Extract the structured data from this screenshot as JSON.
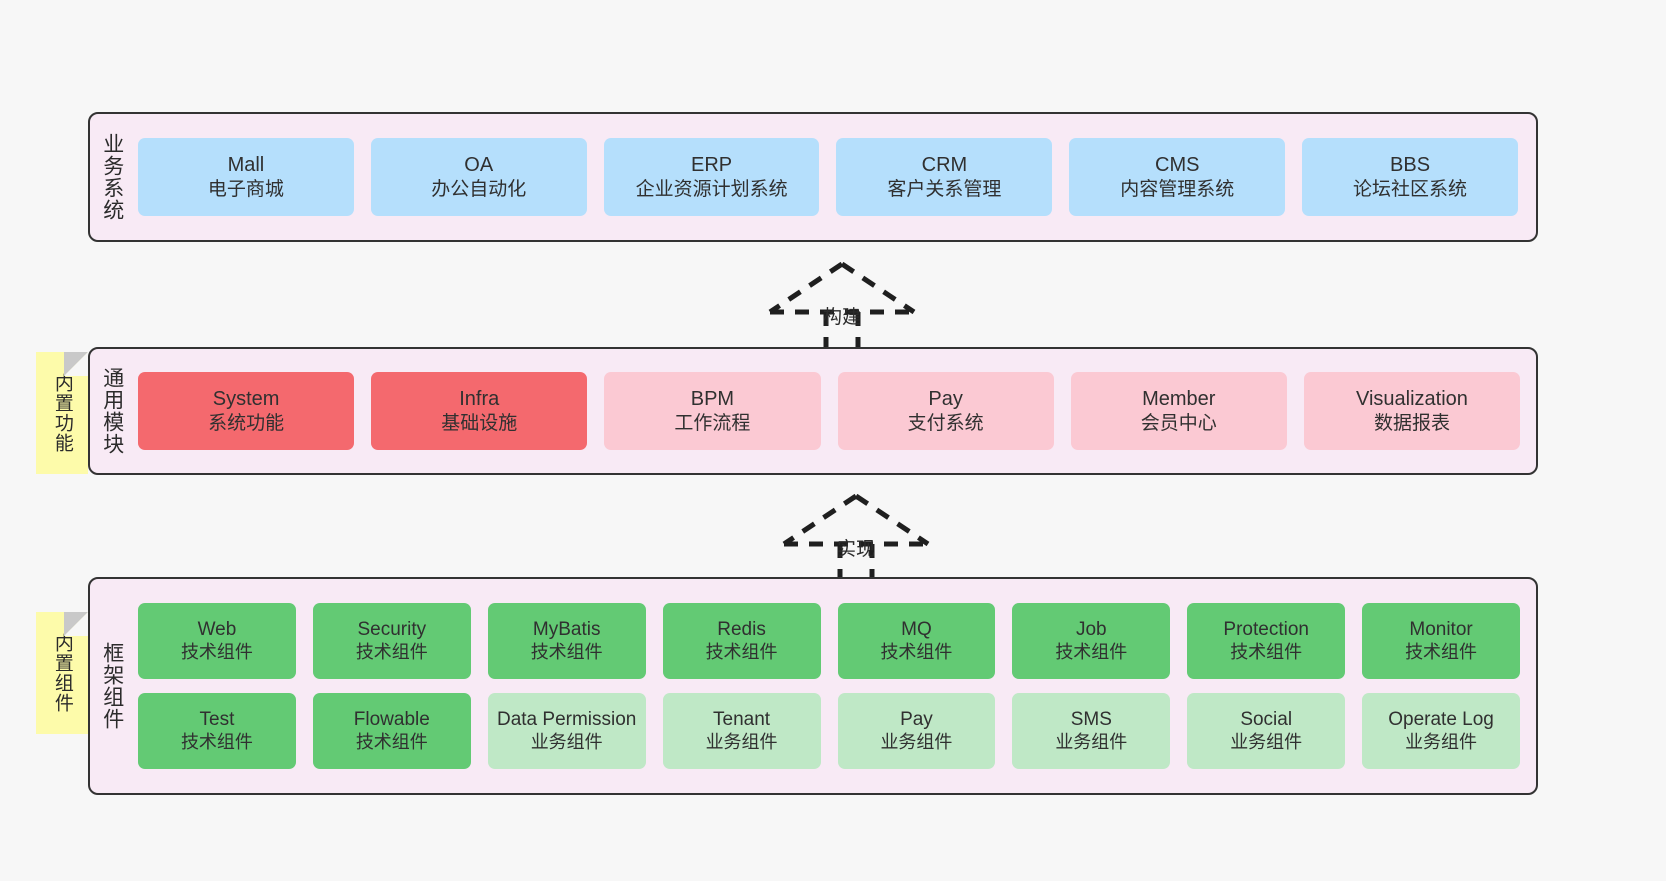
{
  "diagram": {
    "background_color": "#f7f7f7",
    "layer_fill": "#f8eaf5",
    "layer_border": "#333333",
    "colors": {
      "blue": "#b5dffc",
      "red_strong": "#f4696e",
      "red_light": "#fbc9d3",
      "green_strong": "#63ca74",
      "green_light": "#bfe8c6",
      "note_yellow": "#fdfbaa"
    }
  },
  "layers": {
    "business": {
      "title": "业务系统",
      "cards": [
        {
          "en": "Mall",
          "cn": "电子商城"
        },
        {
          "en": "OA",
          "cn": "办公自动化"
        },
        {
          "en": "ERP",
          "cn": "企业资源计划系统"
        },
        {
          "en": "CRM",
          "cn": "客户关系管理"
        },
        {
          "en": "CMS",
          "cn": "内容管理系统"
        },
        {
          "en": "BBS",
          "cn": "论坛社区系统"
        }
      ]
    },
    "modules": {
      "title": "通用模块",
      "cards": [
        {
          "en": "System",
          "cn": "系统功能"
        },
        {
          "en": "Infra",
          "cn": "基础设施"
        },
        {
          "en": "BPM",
          "cn": "工作流程"
        },
        {
          "en": "Pay",
          "cn": "支付系统"
        },
        {
          "en": "Member",
          "cn": "会员中心"
        },
        {
          "en": "Visualization",
          "cn": "数据报表"
        }
      ]
    },
    "framework": {
      "title": "框架组件",
      "row1": [
        {
          "en": "Web",
          "cn": "技术组件"
        },
        {
          "en": "Security",
          "cn": "技术组件"
        },
        {
          "en": "MyBatis",
          "cn": "技术组件"
        },
        {
          "en": "Redis",
          "cn": "技术组件"
        },
        {
          "en": "MQ",
          "cn": "技术组件"
        },
        {
          "en": "Job",
          "cn": "技术组件"
        },
        {
          "en": "Protection",
          "cn": "技术组件"
        },
        {
          "en": "Monitor",
          "cn": "技术组件"
        }
      ],
      "row2": [
        {
          "en": "Test",
          "cn": "技术组件"
        },
        {
          "en": "Flowable",
          "cn": "技术组件"
        },
        {
          "en": "Data Permission",
          "cn": "业务组件"
        },
        {
          "en": "Tenant",
          "cn": "业务组件"
        },
        {
          "en": "Pay",
          "cn": "业务组件"
        },
        {
          "en": "SMS",
          "cn": "业务组件"
        },
        {
          "en": "Social",
          "cn": "业务组件"
        },
        {
          "en": "Operate Log",
          "cn": "业务组件"
        }
      ]
    }
  },
  "notes": {
    "builtin_function": "内置功能",
    "builtin_component": "内置组件"
  },
  "arrows": {
    "build": "构建",
    "implement": "实现"
  }
}
